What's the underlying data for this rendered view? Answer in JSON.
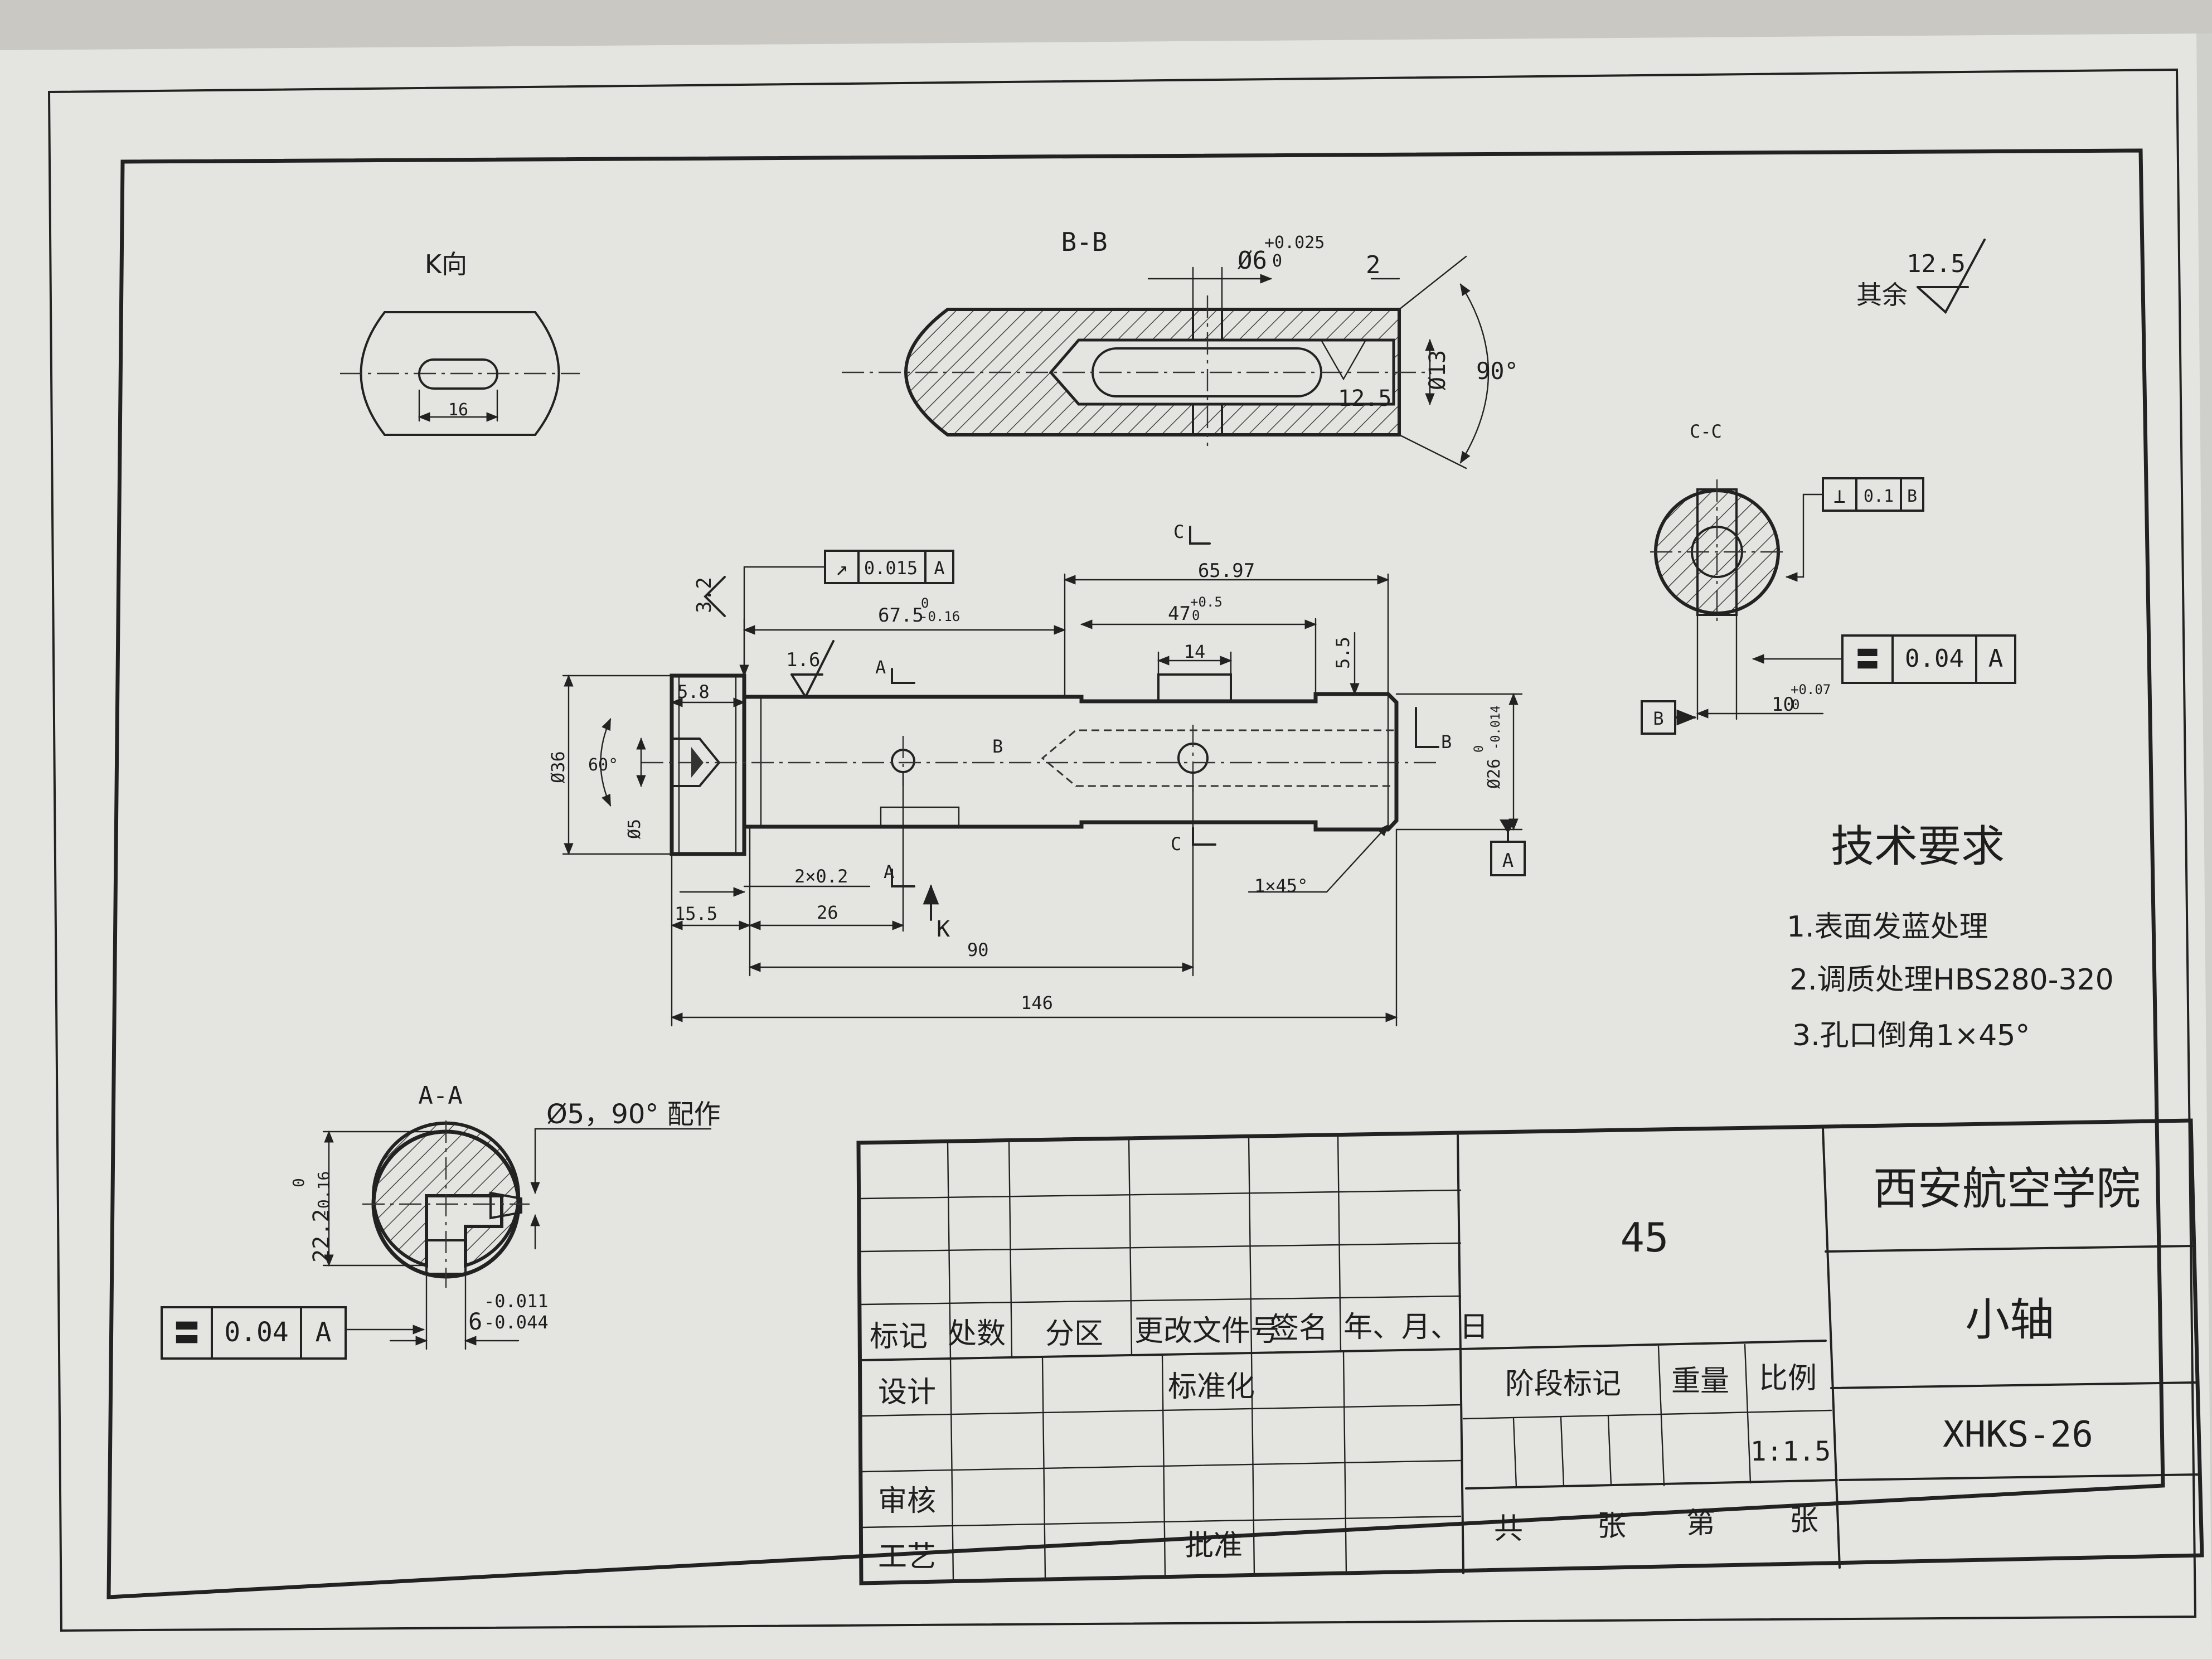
{
  "views": {
    "k_view": {
      "label": "K向",
      "slot_dim": "16"
    },
    "bb_view": {
      "label": "B-B",
      "hole_dim": "Ø6",
      "hole_tol_upper": "+0.025",
      "hole_tol_lower": "0",
      "chamfer_len": "2",
      "bore_dim": "Ø13",
      "angle": "90°",
      "roughness": "12.5"
    },
    "cc_view": {
      "label": "C-C",
      "perp_symbol": "⊥",
      "perp_value": "0.1",
      "perp_datum": "B",
      "sym_symbol": "〓",
      "sym_value": "0.04",
      "sym_datum": "A",
      "datum_b": "B",
      "width_dim": "10",
      "width_tol_upper": "+0.07",
      "width_tol_lower": "0"
    },
    "aa_view": {
      "label": "A-A",
      "note": "Ø5，90° 配作",
      "dia_dim": "22.2",
      "dia_tol_upper": "0",
      "dia_tol_lower": "-0.16",
      "width_dim": "6",
      "width_tol_upper": "-0.011",
      "width_tol_lower": "-0.044",
      "sym_symbol": "〓",
      "sym_value": "0.04",
      "sym_datum": "A"
    }
  },
  "main_view": {
    "runout_symbol": "↗",
    "runout_value": "0.015",
    "runout_datum": "A",
    "roughness_end": "3.2",
    "roughness_surface": "1.6",
    "dim_6597": "65.97",
    "dim_675": "67.5",
    "dim_675_upper": "0",
    "dim_675_lower": "-0.16",
    "dim_47": "47",
    "dim_47_upper": "+0.5",
    "dim_47_lower": "0",
    "dim_14": "14",
    "dim_55": "5.5",
    "dim_58": "5.8",
    "dim_d36": "Ø36",
    "dim_60": "60°",
    "dim_d5": "Ø5",
    "dim_d26": "Ø26",
    "dim_d26_upper": "0",
    "dim_d26_lower": "-0.014",
    "dim_2x02": "2×0.2",
    "dim_155": "15.5",
    "dim_26": "26",
    "dim_90": "90",
    "dim_146": "146",
    "chamfer_note": "1×45°",
    "section_a": "A",
    "section_b": "B",
    "section_c": "C",
    "view_k": "K",
    "datum_a": "A"
  },
  "roughness_rest": {
    "label": "其余",
    "value": "12.5"
  },
  "tech_requirements": {
    "title": "技术要求",
    "items": [
      "1.表面发蓝处理",
      "2.调质处理HBS280-320",
      "3.孔口倒角1×45°"
    ]
  },
  "title_block": {
    "material": "45",
    "school": "西安航空学院",
    "part_name": "小轴",
    "drawing_no": "XHKS-26",
    "scale": "1:1.5",
    "labels": {
      "mark": "标记",
      "count": "处数",
      "zone": "分区",
      "change_doc": "更改文件号",
      "signature": "签名",
      "date": "年、月、日",
      "design": "设计",
      "standardize": "标准化",
      "review": "审核",
      "process": "工艺",
      "approve": "批准",
      "stage_mark": "阶段标记",
      "weight": "重量",
      "scale": "比例",
      "total": "共",
      "sheets": "张",
      "sheet_no": "第",
      "sheet": "张"
    }
  }
}
